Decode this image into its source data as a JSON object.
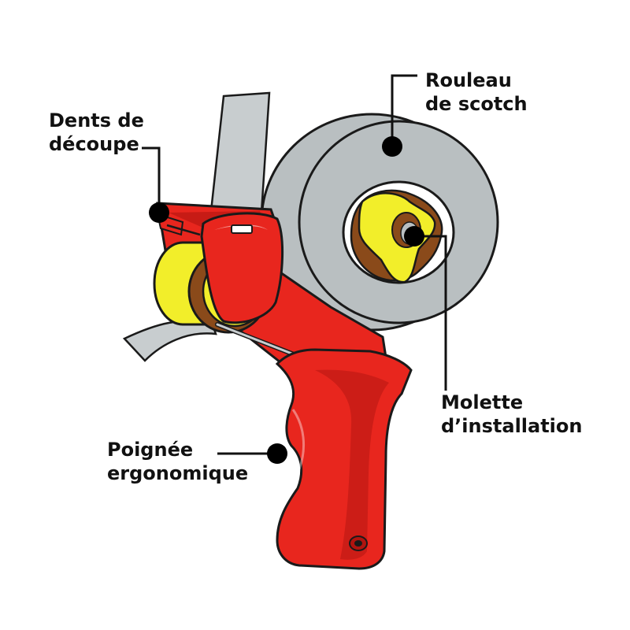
{
  "labels": {
    "roll": {
      "line1": "Rouleau",
      "line2": "de scotch"
    },
    "teeth": {
      "line1": "Dents de",
      "line2": "découpe"
    },
    "knob": {
      "line1": "Molette",
      "line2": "d’installation"
    },
    "handle": {
      "line1": "Poignée",
      "line2": "ergonomique"
    }
  },
  "colors": {
    "body": "#e8261e",
    "body_dark": "#b0140f",
    "roll": "#b9bfc1",
    "tape_strip": "#c8cdcf",
    "yellow": "#f2ee2a",
    "brown": "#8a4a1a",
    "outline": "#1a1a1a",
    "dot": "#000000"
  }
}
